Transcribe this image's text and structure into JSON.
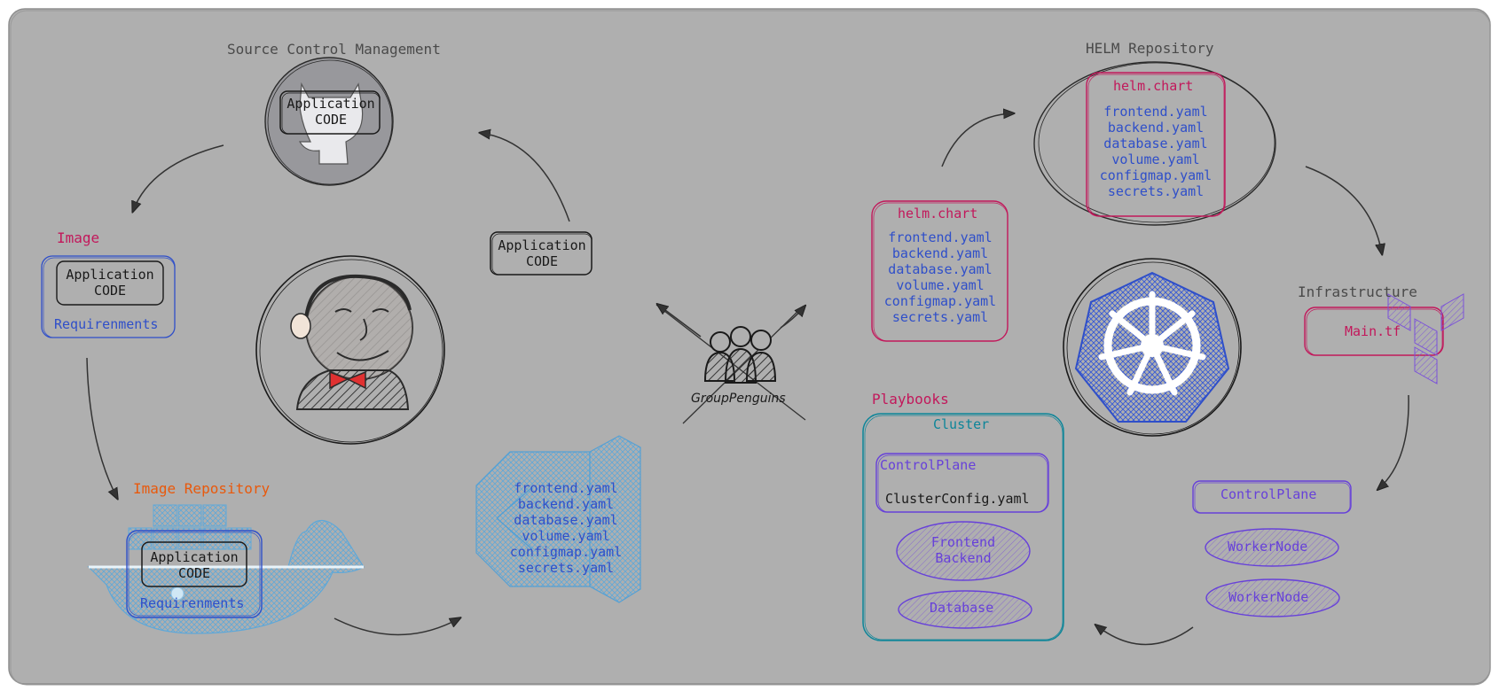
{
  "colors": {
    "background": "#afafaf",
    "ink": "#1e1e1e",
    "red": "#c2185b",
    "blue": "#2f4fc9",
    "orange": "#e8590c",
    "teal": "#0c8599",
    "purple": "#6741d9"
  },
  "scm": {
    "title": "Source Control Management",
    "code_line1": "Application",
    "code_line2": "CODE",
    "icon": "github-octocat-icon"
  },
  "image": {
    "title": "Image",
    "code_line1": "Application",
    "code_line2": "CODE",
    "requirements": "Requirenments"
  },
  "image_repo": {
    "title": "Image Repository",
    "code_line1": "Application",
    "code_line2": "CODE",
    "requirements": "Requirenments",
    "icon": "docker-whale-icon"
  },
  "jenkins": {
    "icon": "jenkins-butler-icon"
  },
  "app_code": {
    "line1": "Application",
    "line2": "CODE"
  },
  "manifests": {
    "icon": "vscode-icon",
    "files": [
      "frontend.yaml",
      "backend.yaml",
      "database.yaml",
      "volume.yaml",
      "configmap.yaml",
      "secrets.yaml"
    ]
  },
  "team": {
    "label": "GroupPenguins",
    "icon": "people-group-icon"
  },
  "helm_chart_local": {
    "title": "helm.chart",
    "files": [
      "frontend.yaml",
      "backend.yaml",
      "database.yaml",
      "volume.yaml",
      "configmap.yaml",
      "secrets.yaml"
    ]
  },
  "helm_repo": {
    "title": "HELM Repository",
    "chart_title": "helm.chart",
    "files": [
      "frontend.yaml",
      "backend.yaml",
      "database.yaml",
      "volume.yaml",
      "configmap.yaml",
      "secrets.yaml"
    ]
  },
  "kubernetes": {
    "icon": "kubernetes-helm-icon"
  },
  "infrastructure": {
    "title": "Infrastructure",
    "file": "Main.tf",
    "icon": "terraform-icon"
  },
  "playbooks": {
    "title": "Playbooks",
    "cluster": "Cluster",
    "control_plane": "ControlPlane",
    "cluster_config": "ClusterConfig.yaml",
    "frontend_line1": "Frontend",
    "frontend_line2": "Backend",
    "database": "Database"
  },
  "nodes": {
    "control_plane": "ControlPlane",
    "worker1": "WorkerNode",
    "worker2": "WorkerNode"
  }
}
